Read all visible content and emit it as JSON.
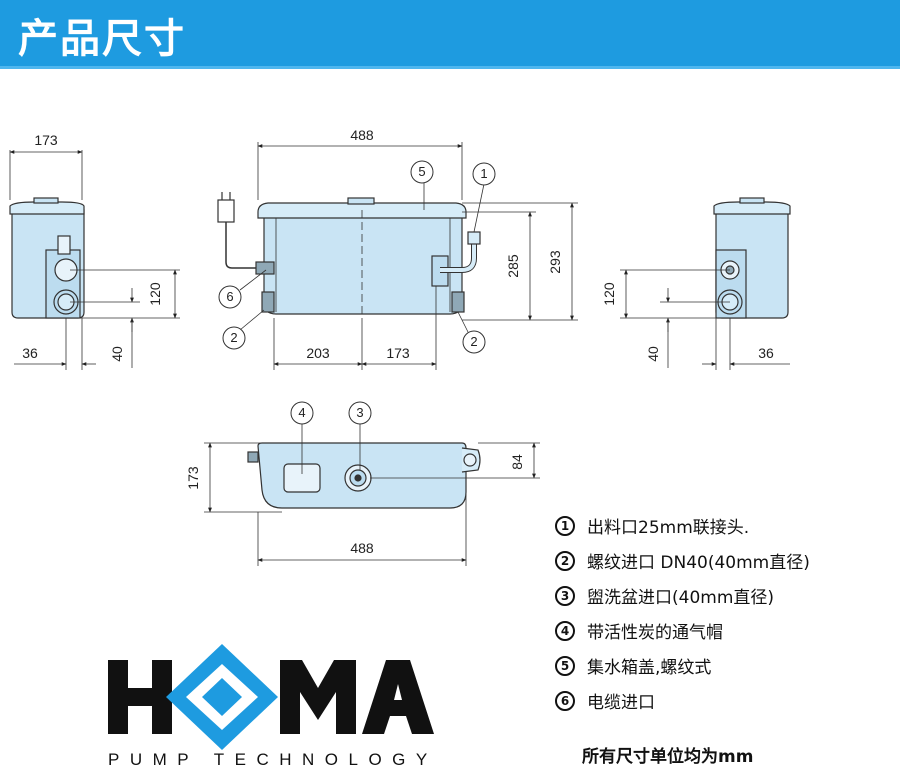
{
  "header": {
    "title": "产品尺寸",
    "color": "#1e9be0"
  },
  "dimensions": {
    "left_width": "173",
    "left_height_120": "120",
    "left_offset_36": "36",
    "left_offset_40": "40",
    "front_width": "488",
    "front_height_285": "285",
    "front_height_293": "293",
    "front_offset_203": "203",
    "front_offset_173": "173",
    "right_height_120": "120",
    "right_offset_40": "40",
    "right_offset_36": "36",
    "top_depth": "173",
    "top_offset_84": "84",
    "top_width": "488"
  },
  "callouts": [
    "1",
    "2",
    "3",
    "4",
    "5",
    "6"
  ],
  "legend": [
    {
      "num": "1",
      "text": "出料口25mm联接头."
    },
    {
      "num": "2",
      "text": "螺纹进口 DN40(40mm直径)"
    },
    {
      "num": "3",
      "text": "盥洗盆进口(40mm直径)"
    },
    {
      "num": "4",
      "text": "带活性炭的通气帽"
    },
    {
      "num": "5",
      "text": "集水箱盖,螺纹式"
    },
    {
      "num": "6",
      "text": "电缆进口"
    }
  ],
  "unit_note": "所有尺寸单位均为mm",
  "logo": {
    "text": "HOMA",
    "tagline": "PUMP TECHNOLOGY",
    "accent": "#1e9be0"
  },
  "colors": {
    "body_fill": "#c9e4f4",
    "body_stroke": "#333333"
  }
}
